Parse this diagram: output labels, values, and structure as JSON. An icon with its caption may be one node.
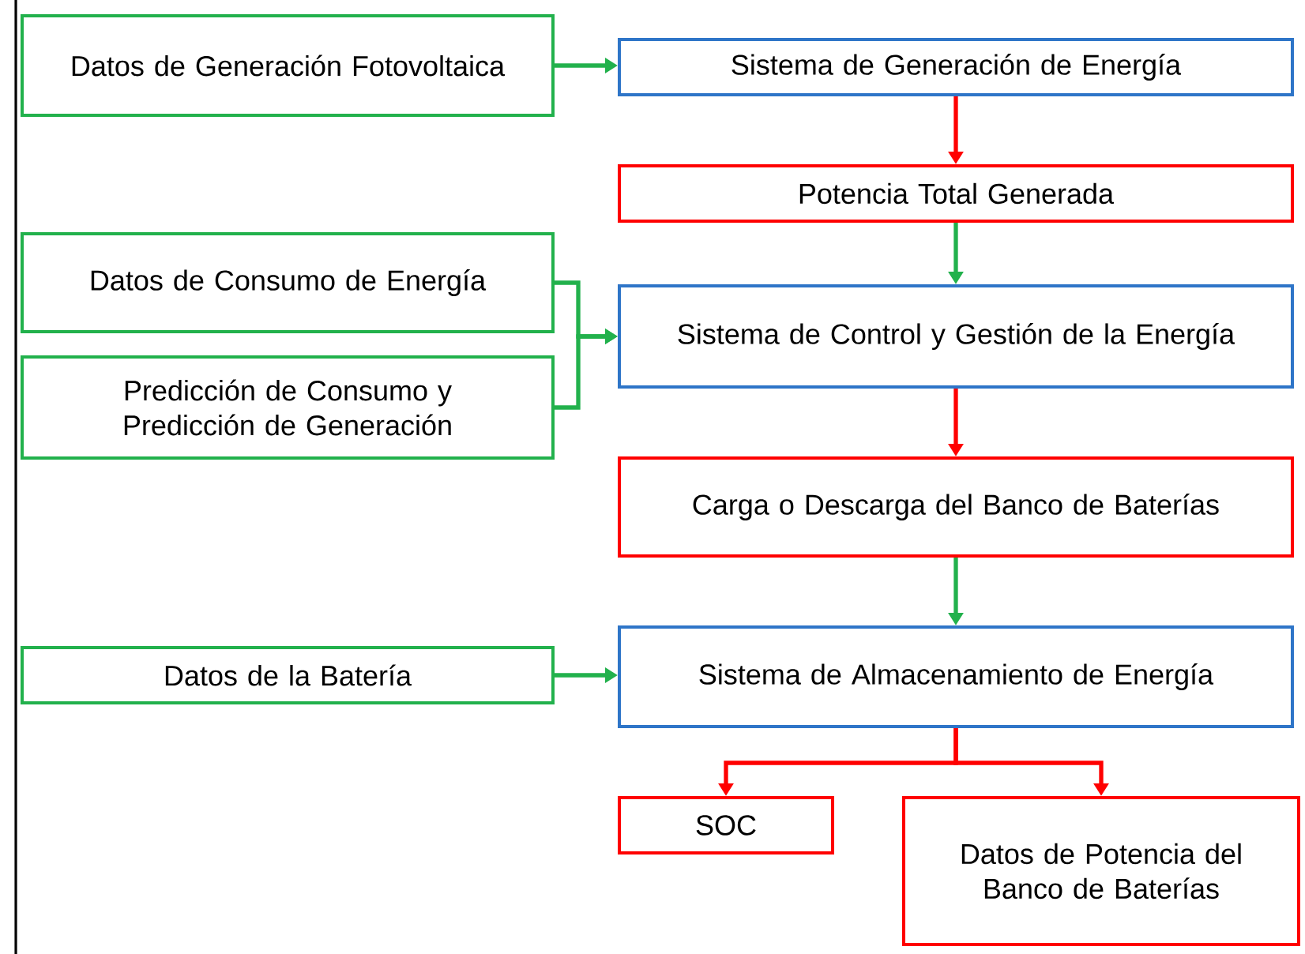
{
  "diagram": {
    "nodes": [
      {
        "text": [
          "Datos de Generación Fotovoltaica"
        ]
      },
      {
        "text": [
          "Sistema de Generación de Energía"
        ]
      },
      {
        "text": [
          "Potencia Total Generada"
        ]
      },
      {
        "text": [
          "Datos de Consumo de Energía"
        ]
      },
      {
        "text": [
          "Sistema de Control y Gestión de la Energía"
        ]
      },
      {
        "text": [
          "Predicción de Consumo y Predicción de Generación"
        ]
      },
      {
        "text": [
          "Carga o Descarga del Banco de Baterías"
        ]
      },
      {
        "text": [
          "Datos de la Batería"
        ]
      },
      {
        "text": [
          "Sistema de Almacenamiento de Energía"
        ]
      },
      {
        "text": [
          "SOC"
        ]
      },
      {
        "text": [
          "Datos de Potencia del Banco de Baterías"
        ]
      }
    ],
    "edges": [
      {
        "from": 0,
        "to": 1,
        "arrow": "to"
      },
      {
        "from": 1,
        "to": 2,
        "arrow": "to",
        "color": "#ff0000"
      },
      {
        "from": 2,
        "to": 4,
        "arrow": "to"
      },
      {
        "from": 3,
        "to": 4,
        "arrow": "to"
      },
      {
        "from": 5,
        "to": 4,
        "arrow": "to"
      },
      {
        "from": 4,
        "to": 6,
        "arrow": "to",
        "color": "#ff0000"
      },
      {
        "from": 6,
        "to": 8,
        "arrow": "to"
      },
      {
        "from": 7,
        "to": 8,
        "arrow": "to"
      },
      {
        "from": 8,
        "to": 9,
        "arrow": "to",
        "color": "#ff0000"
      },
      {
        "from": 8,
        "to": 10,
        "arrow": "to",
        "color": "#ff0000"
      }
    ]
  }
}
